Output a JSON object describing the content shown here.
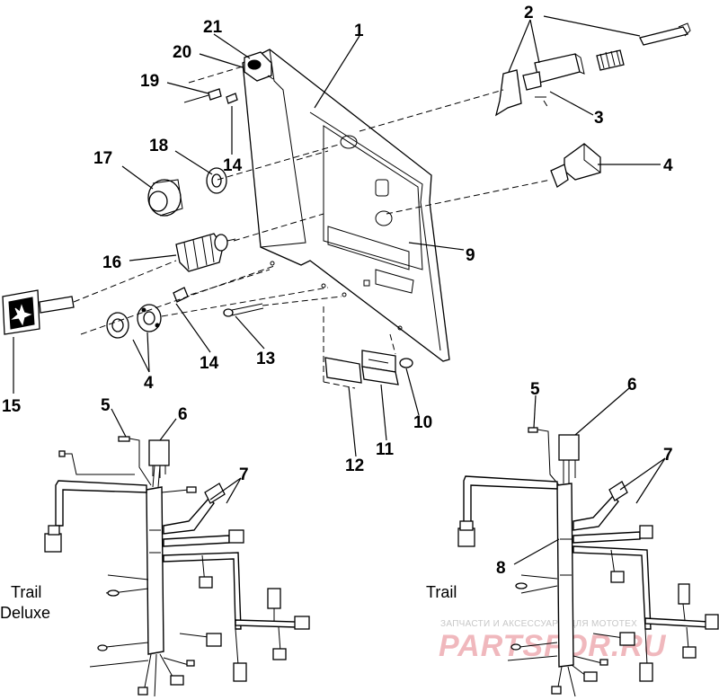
{
  "callouts": [
    {
      "id": "c1",
      "text": "1"
    },
    {
      "id": "c2",
      "text": "2"
    },
    {
      "id": "c3",
      "text": "3"
    },
    {
      "id": "c4a",
      "text": "4"
    },
    {
      "id": "c4b",
      "text": "4"
    },
    {
      "id": "c5a",
      "text": "5"
    },
    {
      "id": "c5b",
      "text": "5"
    },
    {
      "id": "c6a",
      "text": "6"
    },
    {
      "id": "c6b",
      "text": "6"
    },
    {
      "id": "c7a",
      "text": "7"
    },
    {
      "id": "c7b",
      "text": "7"
    },
    {
      "id": "c8",
      "text": "8"
    },
    {
      "id": "c9",
      "text": "9"
    },
    {
      "id": "c10",
      "text": "10"
    },
    {
      "id": "c11",
      "text": "11"
    },
    {
      "id": "c12",
      "text": "12"
    },
    {
      "id": "c13",
      "text": "13"
    },
    {
      "id": "c14a",
      "text": "14"
    },
    {
      "id": "c14b",
      "text": "14"
    },
    {
      "id": "c15",
      "text": "15"
    },
    {
      "id": "c16",
      "text": "16"
    },
    {
      "id": "c17",
      "text": "17"
    },
    {
      "id": "c18",
      "text": "18"
    },
    {
      "id": "c19",
      "text": "19"
    },
    {
      "id": "c20",
      "text": "20"
    },
    {
      "id": "c21",
      "text": "21"
    }
  ],
  "variants": {
    "left_line1": "Trail",
    "left_line2": "Deluxe",
    "right": "Trail"
  },
  "watermark": {
    "caption": "ЗАПЧАСТИ И АКСЕССУАРЫ ДЛЯ МОТОТЕХ",
    "logo": "PARTSFOR.RU"
  },
  "colors": {
    "ink": "#000000",
    "paper": "#ffffff",
    "watermark_logo": "#f0b8bd",
    "watermark_caption": "#c7c7c7"
  }
}
